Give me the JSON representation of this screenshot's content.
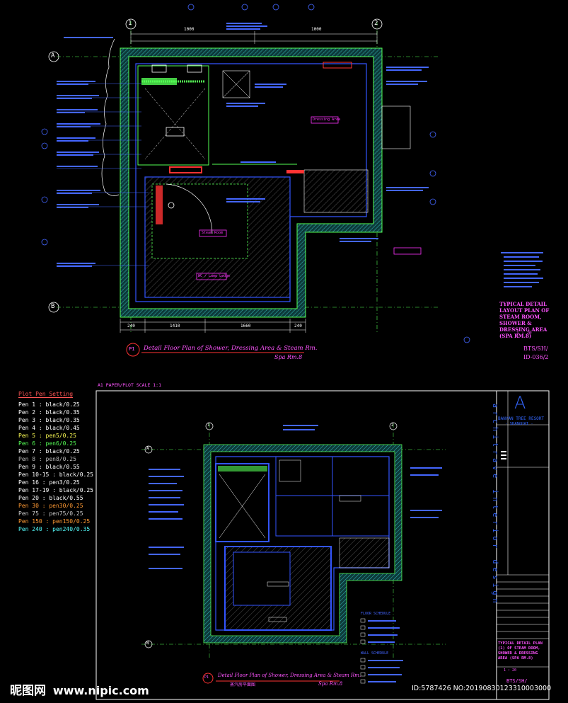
{
  "plan1": {
    "title": "Detail Floor Plan of Shower, Dressing Area & Steam Rm.",
    "subtitle": "Spa Rm.8",
    "badge": "P1",
    "grid": {
      "left": "1",
      "right": "2",
      "top": "A",
      "bottom": "B"
    },
    "dimensions_top": [
      "1000",
      "1000"
    ],
    "dimensions_bottom": [
      "240",
      "1410",
      "1660",
      "240"
    ],
    "room_labels": [
      "Dressing Area",
      "Steam Room",
      "WC / Lamp Ledge"
    ],
    "side_title": "TYPICAL DETAIL LAYOUT PLAN OF STEAM ROOM, SHOWER & DRESSING AREA (SPA RM.8)",
    "scale": "1 : 20",
    "drawing_no_1": "BTS/SH/",
    "drawing_no_2": "ID-036/2"
  },
  "sheet_header": "A1 PAPER/PLOT SCALE 1:1",
  "plot_pen_setting": {
    "title": "Plot Pen Setting",
    "rows": [
      {
        "label": "Pen 1 : black/0.25",
        "color": "#ffffff"
      },
      {
        "label": "Pen 2 : black/0.35",
        "color": "#ffffff"
      },
      {
        "label": "Pen 3 : black/0.35",
        "color": "#ffffff"
      },
      {
        "label": "Pen 4 : black/0.45",
        "color": "#ffffff"
      },
      {
        "label": "Pen 5 : pen5/0.25",
        "color": "#ffff55"
      },
      {
        "label": "Pen 6 : pen6/0.25",
        "color": "#55ff55"
      },
      {
        "label": "Pen 7 : black/0.25",
        "color": "#ffffff"
      },
      {
        "label": "Pen 8 : pen8/0.25",
        "color": "#bbbbbb"
      },
      {
        "label": "Pen 9 : black/0.55",
        "color": "#ffffff"
      },
      {
        "label": "Pen 10-15 : black/0.25",
        "color": "#ffffff"
      },
      {
        "label": "Pen 16 : pen3/0.25",
        "color": "#ffffff"
      },
      {
        "label": "Pen 17-19 : black/0.25",
        "color": "#ffffff"
      },
      {
        "label": "Pen 20 : black/0.55",
        "color": "#ffffff"
      },
      {
        "label": "Pen 30 : pen30/0.25",
        "color": "#ff9933"
      },
      {
        "label": "Pen 75 : pen75/0.25",
        "color": "#cccccc"
      },
      {
        "label": "Pen 150 : pen150/0.25",
        "color": "#ff9933"
      },
      {
        "label": "Pen 240 : pen240/0.35",
        "color": "#55ffff"
      }
    ]
  },
  "plan2": {
    "title": "Detail Floor Plan of Shower, Dressing Area & Steam Rm.",
    "chinese_title": "蒸汽房平面图",
    "subtitle": "Spa Rm.8",
    "badge": "P1",
    "grid": {
      "left": "1",
      "right": "2",
      "top": "A",
      "bottom": "B"
    },
    "schedule_title": "FLOOR SCHEDULE",
    "wall_schedule_title": "WALL SCHEDULE"
  },
  "title_block": {
    "logo_letter": "A",
    "project": "BANYAN TREE RESORT",
    "location": "- SHANGHAI -",
    "vertical_text": "architrave interior design",
    "drawing_title": "TYPICAL DETAIL PLAN (1) OF STEAM ROOM, SHOWER & DRESSING AREA (SPA RM.8)",
    "scale": "1 : 20",
    "drawing_no": "BTS/SH/"
  },
  "watermark": {
    "site_cn": "昵图网",
    "site_url": "www.nipic.com",
    "id_text": "ID:5787426 NO:20190830123310003000"
  },
  "colors": {
    "background": "#000000",
    "wall_outline": "#55ff55",
    "wall_fill": "#22aaaa",
    "blue_line": "#3355ff",
    "annotation": "#4466ff",
    "magenta": "#ff33ff",
    "red": "#ff3333",
    "title_text": "#ff55ff"
  }
}
